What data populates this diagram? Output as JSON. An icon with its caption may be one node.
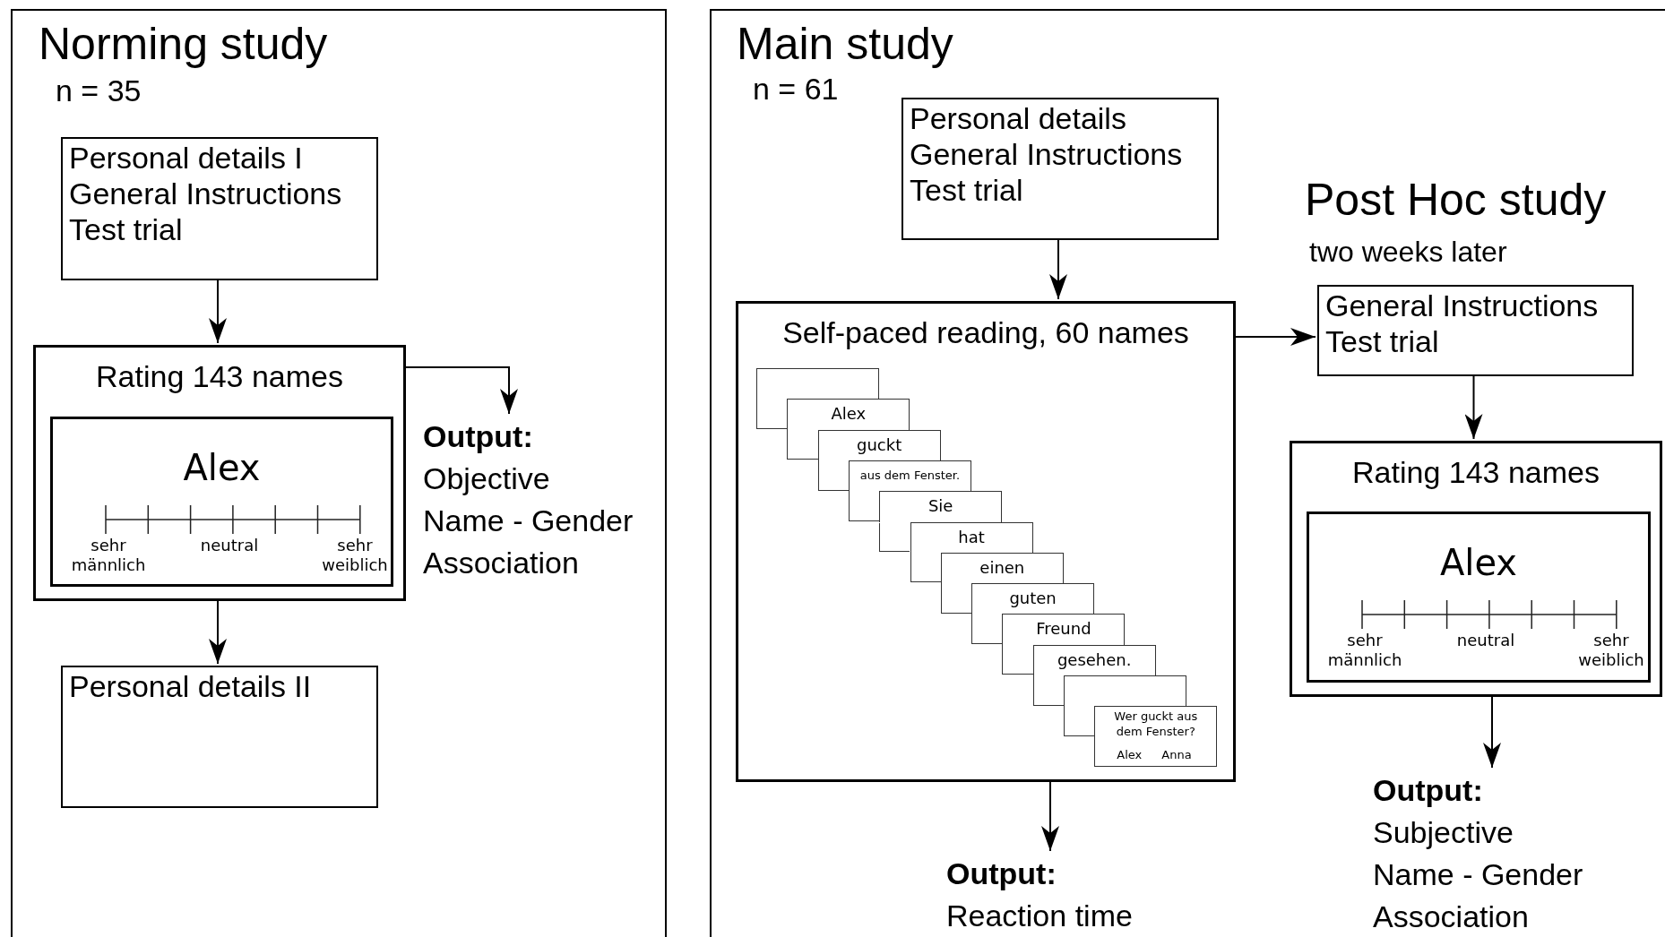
{
  "diagram": {
    "nodes": [
      {
        "text": [
          "Norming study",
          "n = 35"
        ]
      },
      {
        "text": [
          "Personal details I",
          "General Instructions",
          "Test trial"
        ],
        "in": 0
      },
      {
        "text": [
          "Rating 143 names"
        ],
        "in": 0
      },
      {
        "text": [
          "Alex",
          "sehr männlich",
          "neutral",
          "sehr weiblich"
        ],
        "in": 2
      },
      {
        "text": [
          "Output:",
          "Objective Name - Gender Association"
        ],
        "in": 0
      },
      {
        "text": [
          "Personal details II"
        ],
        "in": 0
      },
      {
        "text": [
          "Main study",
          "n = 61"
        ]
      },
      {
        "text": [
          "Personal details",
          "General Instructions",
          "Test trial"
        ],
        "in": 6
      },
      {
        "text": [
          "Self-paced reading, 60 names"
        ],
        "in": 6
      },
      {
        "text": [],
        "shape": "box",
        "in": 8
      },
      {
        "text": [
          "Alex"
        ],
        "in": 8
      },
      {
        "text": [
          "guckt"
        ],
        "in": 8
      },
      {
        "text": [
          "aus dem Fenster."
        ],
        "in": 8
      },
      {
        "text": [
          "Sie"
        ],
        "in": 8
      },
      {
        "text": [
          "hat"
        ],
        "in": 8
      },
      {
        "text": [
          "einen"
        ],
        "in": 8
      },
      {
        "text": [
          "guten"
        ],
        "in": 8
      },
      {
        "text": [
          "Freund"
        ],
        "in": 8
      },
      {
        "text": [
          "gesehen."
        ],
        "in": 8
      },
      {
        "text": [],
        "shape": "box",
        "in": 8
      },
      {
        "text": [
          "Wer guckt aus dem Fenster?",
          "Alex",
          "Anna"
        ],
        "in": 8
      },
      {
        "text": [
          "Output:",
          "Reaction time"
        ],
        "in": 6
      },
      {
        "text": [
          "General Instructions",
          "Test trial"
        ],
        "in": 6
      },
      {
        "text": [
          "Rating 143 names"
        ],
        "in": 6
      },
      {
        "text": [
          "Alex",
          "sehr männlich",
          "neutral",
          "sehr weiblich"
        ],
        "in": 23
      },
      {
        "text": [
          "Output:",
          "Subjective Name - Gender Association"
        ],
        "in": 6
      }
    ],
    "edges": [
      {
        "from": 1,
        "to": 2,
        "arrow": "to"
      },
      {
        "from": 2,
        "to": 4,
        "arrow": "to"
      },
      {
        "from": 2,
        "to": 5,
        "arrow": "to"
      },
      {
        "from": 7,
        "to": 8,
        "arrow": "to"
      },
      {
        "from": 8,
        "to": 22,
        "arrow": "to"
      },
      {
        "from": 22,
        "to": 23,
        "arrow": "to"
      },
      {
        "from": 23,
        "to": 25,
        "arrow": "to"
      },
      {
        "from": 8,
        "to": 21,
        "arrow": "to"
      }
    ],
    "labels": [
      "Post Hoc study",
      "two weeks later"
    ]
  }
}
